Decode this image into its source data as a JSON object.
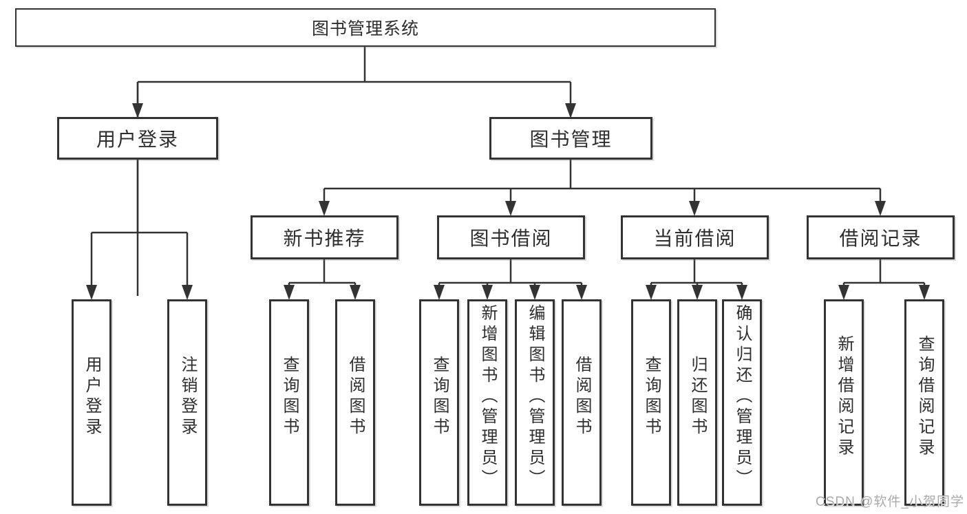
{
  "diagram": {
    "title": "图书管理系统",
    "type": "hierarchy-tree",
    "colors": {
      "line": "#333333",
      "box_border": "#333333",
      "box_background": "#ffffff",
      "text": "#2e2e2e",
      "watermark_text": "#a9a9a9"
    }
  },
  "tree": {
    "root": "图书管理系统",
    "children": [
      {
        "label": "用户登录",
        "children": [
          "用户登录",
          "注销登录"
        ]
      },
      {
        "label": "图书管理",
        "children": [
          {
            "label": "新书推荐",
            "children": [
              "查询图书",
              "借阅图书"
            ]
          },
          {
            "label": "图书借阅",
            "children": [
              "查询图书",
              "新增图书（管理员）",
              "编辑图书（管理员）",
              "借阅图书"
            ]
          },
          {
            "label": "当前借阅",
            "children": [
              "查询图书",
              "归还图书",
              "确认归还（管理员）"
            ]
          },
          {
            "label": "借阅记录",
            "children": [
              "新增借阅记录",
              "查询借阅记录"
            ]
          }
        ]
      }
    ]
  },
  "watermark": "CSDN @软件_小贺同学"
}
